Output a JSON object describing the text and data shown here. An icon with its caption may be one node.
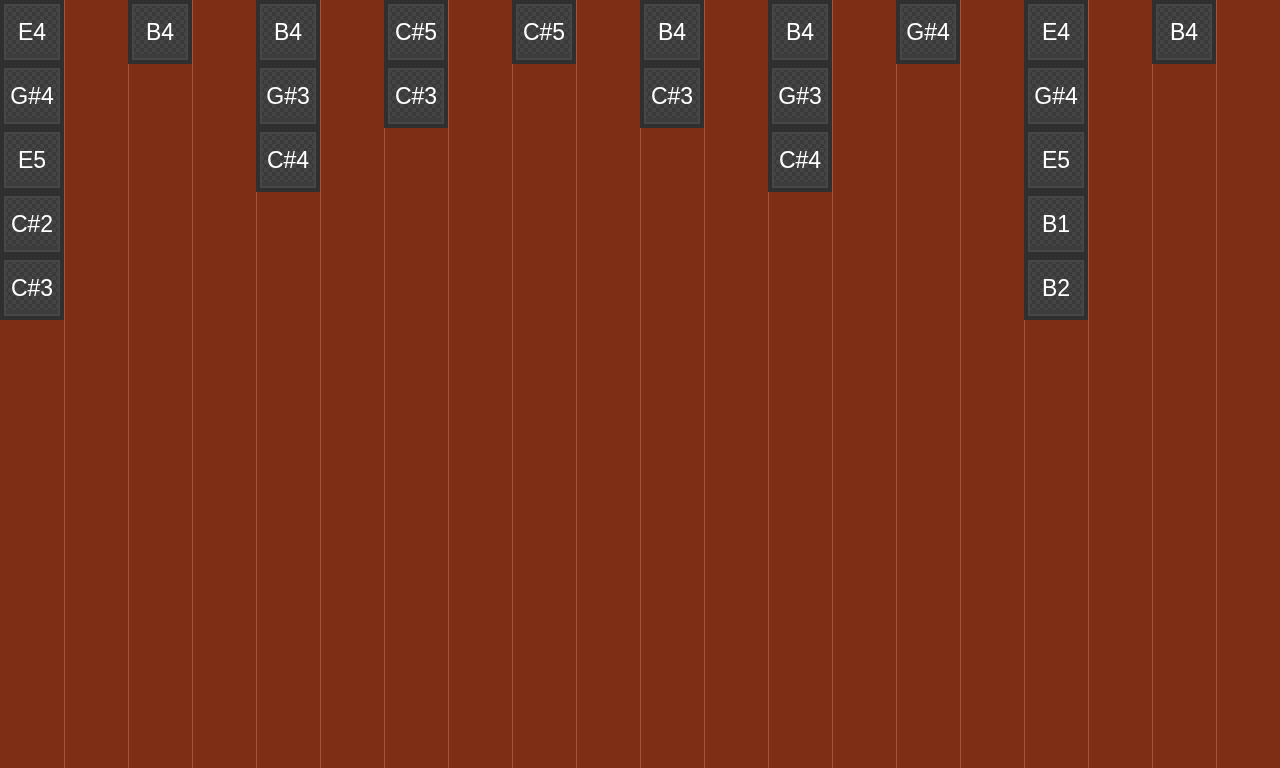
{
  "diagram": {
    "nodes": [
      {
        "text": [
          "E4"
        ]
      },
      {
        "text": [
          "G#4"
        ]
      },
      {
        "text": [
          "E5"
        ]
      },
      {
        "text": [
          "C#2"
        ]
      },
      {
        "text": [
          "C#3"
        ]
      },
      {
        "text": [
          "B4"
        ]
      },
      {
        "text": [
          "B4"
        ]
      },
      {
        "text": [
          "G#3"
        ]
      },
      {
        "text": [
          "C#4"
        ]
      },
      {
        "text": [
          "C#5"
        ]
      },
      {
        "text": [
          "C#3"
        ]
      },
      {
        "text": [
          "C#5"
        ]
      },
      {
        "text": [
          "B4"
        ]
      },
      {
        "text": [
          "C#3"
        ]
      },
      {
        "text": [
          "B4"
        ]
      },
      {
        "text": [
          "G#3"
        ]
      },
      {
        "text": [
          "C#4"
        ]
      },
      {
        "text": [
          "G#4"
        ]
      },
      {
        "text": [
          "E4"
        ]
      },
      {
        "text": [
          "G#4"
        ]
      },
      {
        "text": [
          "E5"
        ]
      },
      {
        "text": [
          "B1"
        ]
      },
      {
        "text": [
          "B2"
        ]
      },
      {
        "text": [
          "B4"
        ]
      }
    ]
  }
}
